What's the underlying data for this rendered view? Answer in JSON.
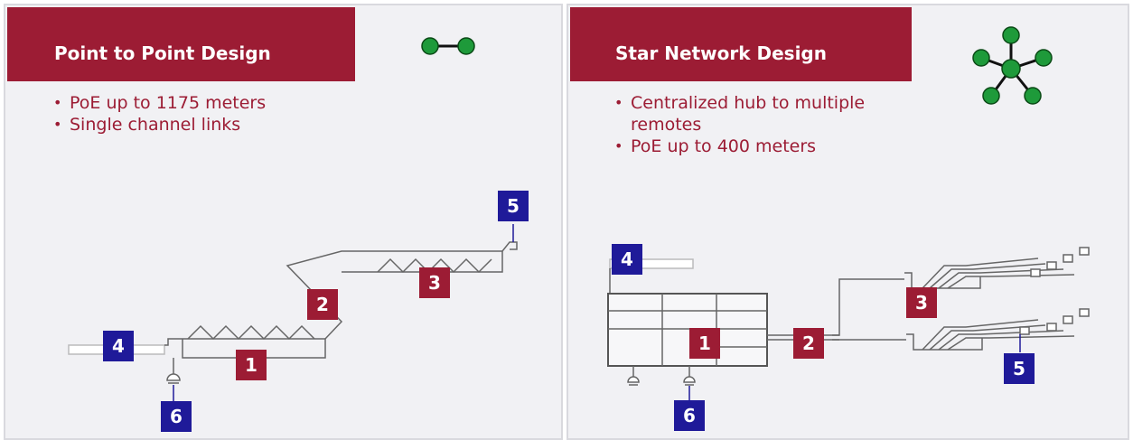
{
  "left": {
    "title": "Point to Point Design",
    "bullets": [
      "PoE up to 1175 meters",
      "Single channel links"
    ],
    "icon": "two-node-link-icon",
    "callouts": {
      "n1": "1",
      "n2": "2",
      "n3": "3",
      "n4": "4",
      "n5": "5",
      "n6": "6"
    }
  },
  "right": {
    "title": "Star Network Design",
    "bullets": [
      "Centralized hub to multiple remotes",
      "PoE up to 400 meters"
    ],
    "icon": "star-network-icon",
    "callouts": {
      "n1": "1",
      "n2": "2",
      "n3": "3",
      "n4": "4",
      "n5": "5",
      "n6": "6"
    }
  },
  "colors": {
    "brand_red": "#9c1c34",
    "callout_blue": "#1f1a99",
    "node_green": "#1e9a3a",
    "panel_bg": "#f1f1f4"
  }
}
